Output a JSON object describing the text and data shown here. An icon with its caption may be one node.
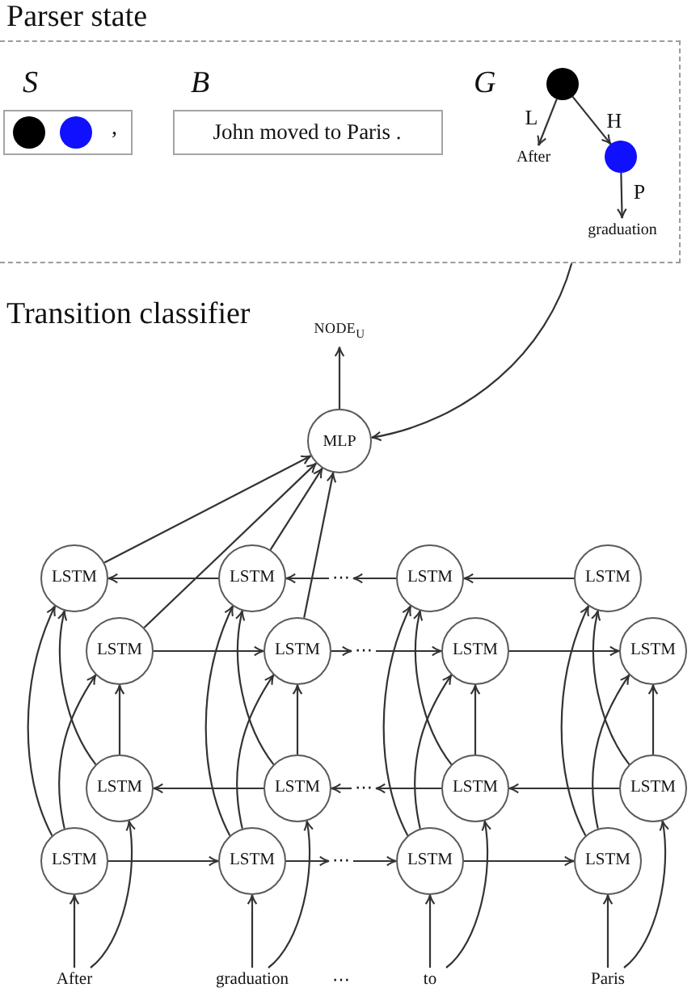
{
  "diagram": {
    "nodes": [
      {
        "text": [
          "Parser state"
        ]
      },
      {
        "text": [
          "S",
          ","
        ],
        "in": 0
      },
      {
        "text": [],
        "shape": "circle",
        "in": 1
      },
      {
        "text": [],
        "shape": "circle",
        "in": 1
      },
      {
        "text": [
          "B",
          "John moved to Paris ."
        ],
        "in": 0
      },
      {
        "text": [],
        "shape": "circle",
        "in": 0
      },
      {
        "text": [
          "After"
        ],
        "in": 0
      },
      {
        "text": [],
        "shape": "circle",
        "in": 0
      },
      {
        "text": [
          "graduation"
        ],
        "in": 0
      },
      {
        "text": [
          "NODE$_{U}$"
        ]
      },
      {
        "text": [
          "MLP"
        ]
      },
      {
        "text": [
          "LSTM"
        ]
      },
      {
        "text": [
          "LSTM"
        ]
      },
      {
        "text": [
          "⋯"
        ]
      },
      {
        "text": [
          "LSTM"
        ]
      },
      {
        "text": [
          "LSTM"
        ]
      },
      {
        "text": [
          "LSTM"
        ]
      },
      {
        "text": [
          "LSTM"
        ]
      },
      {
        "text": [
          "⋯"
        ]
      },
      {
        "text": [
          "LSTM"
        ]
      },
      {
        "text": [
          "LSTM"
        ]
      },
      {
        "text": [
          "LSTM"
        ]
      },
      {
        "text": [
          "LSTM"
        ]
      },
      {
        "text": [
          "⋯"
        ]
      },
      {
        "text": [
          "LSTM"
        ]
      },
      {
        "text": [
          "LSTM"
        ]
      },
      {
        "text": [
          "LSTM"
        ]
      },
      {
        "text": [
          "LSTM"
        ]
      },
      {
        "text": [
          "⋯"
        ]
      },
      {
        "text": [
          "LSTM"
        ]
      },
      {
        "text": [
          "LSTM"
        ]
      },
      {
        "text": [
          "After"
        ]
      },
      {
        "text": [
          "graduation"
        ]
      },
      {
        "text": [
          "to"
        ]
      },
      {
        "text": [
          "Paris"
        ]
      }
    ],
    "edges": [
      {
        "from": 0,
        "to": 10,
        "arrow": "to"
      },
      {
        "from": 10,
        "to": 9,
        "arrow": "to"
      },
      {
        "from": 5,
        "to": 6,
        "arrow": "to",
        "label": "L"
      },
      {
        "from": 5,
        "to": 7,
        "arrow": "to",
        "label": "H"
      },
      {
        "from": 7,
        "to": 8,
        "arrow": "to",
        "label": "P"
      },
      {
        "from": 11,
        "to": 10,
        "arrow": "to"
      },
      {
        "from": 16,
        "to": 10,
        "arrow": "to"
      },
      {
        "from": 12,
        "to": 10,
        "arrow": "to"
      },
      {
        "from": 17,
        "to": 10,
        "arrow": "to"
      },
      {
        "from": 12,
        "to": 11,
        "arrow": "to"
      },
      {
        "from": 14,
        "to": 13,
        "arrow": "to"
      },
      {
        "from": 13,
        "to": 12,
        "arrow": "to"
      },
      {
        "from": 15,
        "to": 14,
        "arrow": "to"
      },
      {
        "from": 16,
        "to": 17,
        "arrow": "to"
      },
      {
        "from": 17,
        "to": 18,
        "arrow": "to"
      },
      {
        "from": 18,
        "to": 19,
        "arrow": "to"
      },
      {
        "from": 19,
        "to": 20,
        "arrow": "to"
      },
      {
        "from": 22,
        "to": 21,
        "arrow": "to"
      },
      {
        "from": 24,
        "to": 23,
        "arrow": "to"
      },
      {
        "from": 23,
        "to": 22,
        "arrow": "to"
      },
      {
        "from": 25,
        "to": 24,
        "arrow": "to"
      },
      {
        "from": 26,
        "to": 27,
        "arrow": "to"
      },
      {
        "from": 27,
        "to": 28,
        "arrow": "to"
      },
      {
        "from": 28,
        "to": 29,
        "arrow": "to"
      },
      {
        "from": 29,
        "to": 30,
        "arrow": "to"
      },
      {
        "from": 31,
        "to": 26,
        "arrow": "to"
      },
      {
        "from": 31,
        "to": 21,
        "arrow": "to"
      },
      {
        "from": 26,
        "to": 16,
        "arrow": "to"
      },
      {
        "from": 26,
        "to": 11,
        "arrow": "to"
      },
      {
        "from": 21,
        "to": 16,
        "arrow": "to"
      },
      {
        "from": 21,
        "to": 11,
        "arrow": "to"
      },
      {
        "from": 32,
        "to": 27,
        "arrow": "to"
      },
      {
        "from": 32,
        "to": 22,
        "arrow": "to"
      },
      {
        "from": 27,
        "to": 17,
        "arrow": "to"
      },
      {
        "from": 27,
        "to": 12,
        "arrow": "to"
      },
      {
        "from": 22,
        "to": 17,
        "arrow": "to"
      },
      {
        "from": 22,
        "to": 12,
        "arrow": "to"
      },
      {
        "from": 33,
        "to": 29,
        "arrow": "to"
      },
      {
        "from": 33,
        "to": 24,
        "arrow": "to"
      },
      {
        "from": 29,
        "to": 19,
        "arrow": "to"
      },
      {
        "from": 29,
        "to": 14,
        "arrow": "to"
      },
      {
        "from": 24,
        "to": 19,
        "arrow": "to"
      },
      {
        "from": 24,
        "to": 14,
        "arrow": "to"
      },
      {
        "from": 34,
        "to": 30,
        "arrow": "to"
      },
      {
        "from": 34,
        "to": 25,
        "arrow": "to"
      },
      {
        "from": 30,
        "to": 20,
        "arrow": "to"
      },
      {
        "from": 30,
        "to": 15,
        "arrow": "to"
      },
      {
        "from": 25,
        "to": 20,
        "arrow": "to"
      },
      {
        "from": 25,
        "to": 15,
        "arrow": "to"
      }
    ],
    "labels": [
      "G",
      "Transition classifier",
      "⋯"
    ]
  }
}
